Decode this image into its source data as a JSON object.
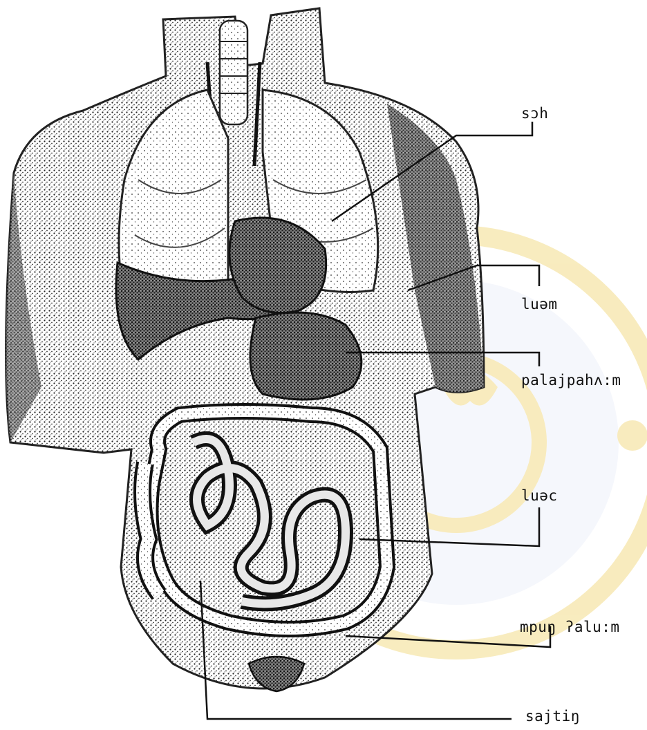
{
  "labels": {
    "soh": "sɔh",
    "luem": "luəm",
    "palajpahm": "palajpahʌ:m",
    "luec": "luəc",
    "mpung_alum": "mpuŋ ʔalu:m",
    "sajting": "sajtiŋ"
  },
  "colors": {
    "ink": "#111111",
    "watermark": "#f3dc8a",
    "watermark_blue": "#dfe3f4"
  }
}
